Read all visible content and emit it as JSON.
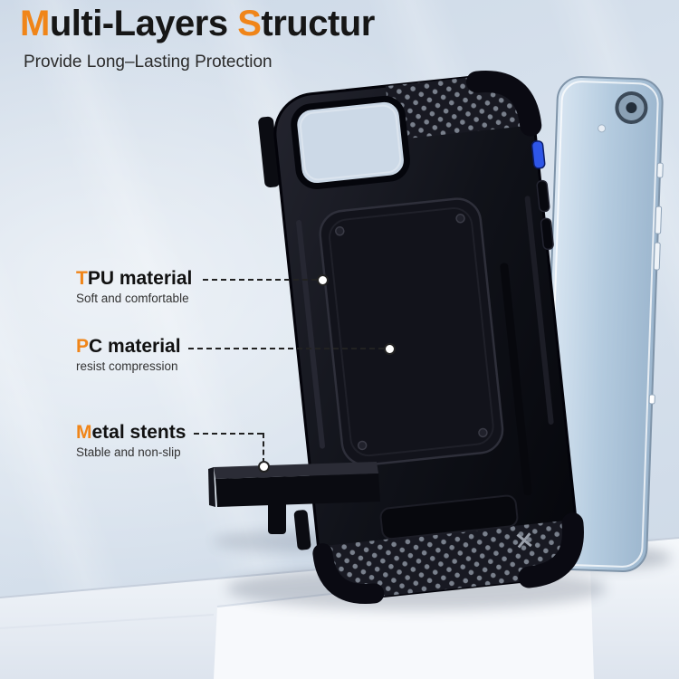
{
  "title": {
    "lead1": "M",
    "rest1": "ulti-Layers ",
    "lead2": "S",
    "rest2": "tructur"
  },
  "subtitle": "Provide Long–Lasting Protection",
  "callouts": [
    {
      "id": "tpu",
      "lead": "T",
      "rest": "PU material",
      "desc": "Soft and comfortable"
    },
    {
      "id": "pc",
      "lead": "P",
      "rest": "C material",
      "desc": "resist compression"
    },
    {
      "id": "metal",
      "lead": "M",
      "rest": "etal stents",
      "desc": "Stable and non-slip"
    }
  ],
  "colors": {
    "accent": "#F08519",
    "title_text": "#161616",
    "background_blue": "#cdd9e7",
    "case_black": "#0b0c12",
    "phone_blue": "#b4cbdf",
    "platform_white": "#f4f7fa",
    "connector": "#222222"
  }
}
